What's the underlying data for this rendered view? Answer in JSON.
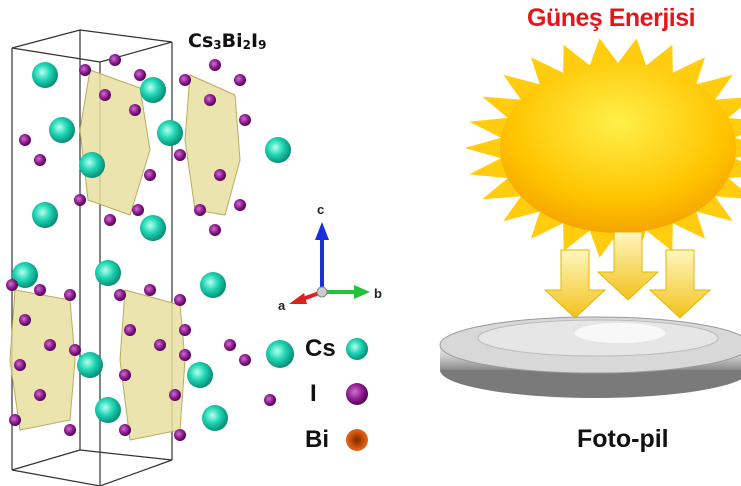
{
  "left_panel": {
    "formula": {
      "parts": [
        "Cs",
        "3",
        "Bi",
        "2",
        "I",
        "9"
      ]
    },
    "axes": {
      "a": "a",
      "b": "b",
      "c": "c"
    },
    "legend": [
      {
        "label": "Cs",
        "color": "#1fd6b4"
      },
      {
        "label": "I",
        "color": "#8b1a8e"
      },
      {
        "label": "Bi",
        "color": "#d2560e"
      }
    ]
  },
  "right_panel": {
    "title": "Güneş Enerjisi",
    "caption": "Foto-pil"
  },
  "colors": {
    "title": "#e8141a",
    "sun": "#ffc400",
    "arrow": "#f5d23a"
  }
}
